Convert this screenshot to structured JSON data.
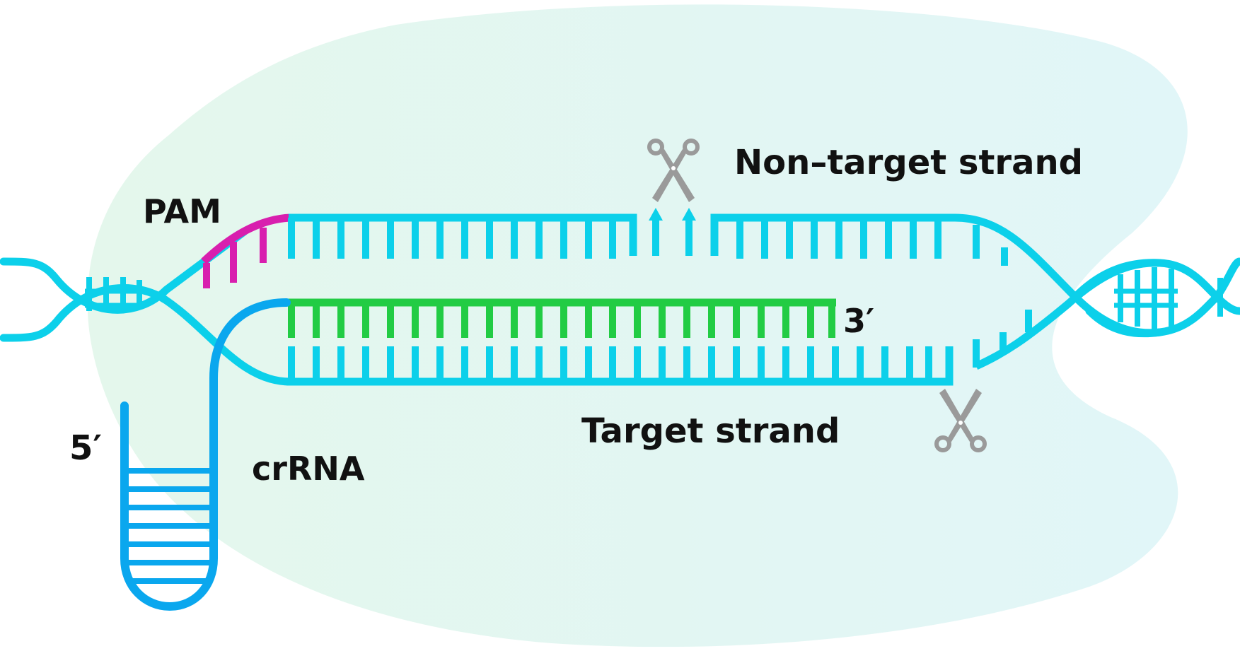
{
  "labels": {
    "pam": "PAM",
    "non_target": "Non–target strand",
    "target": "Target strand",
    "crrna": "crRNA",
    "five_prime": "5′",
    "three_prime": "3′"
  },
  "colors": {
    "dna": "#0cd0ea",
    "pam": "#d81fae",
    "guide_rna": "#22cc44",
    "crrna": "#0aa7ee",
    "scissors": "#9a9a9a",
    "protein_left": "#e4f7ec",
    "protein_right": "#e1f6f8"
  },
  "icons": {
    "cut_site_top": "scissors-icon",
    "cut_site_bottom": "scissors-icon",
    "cleavage_markers": "up-arrow-icon"
  }
}
